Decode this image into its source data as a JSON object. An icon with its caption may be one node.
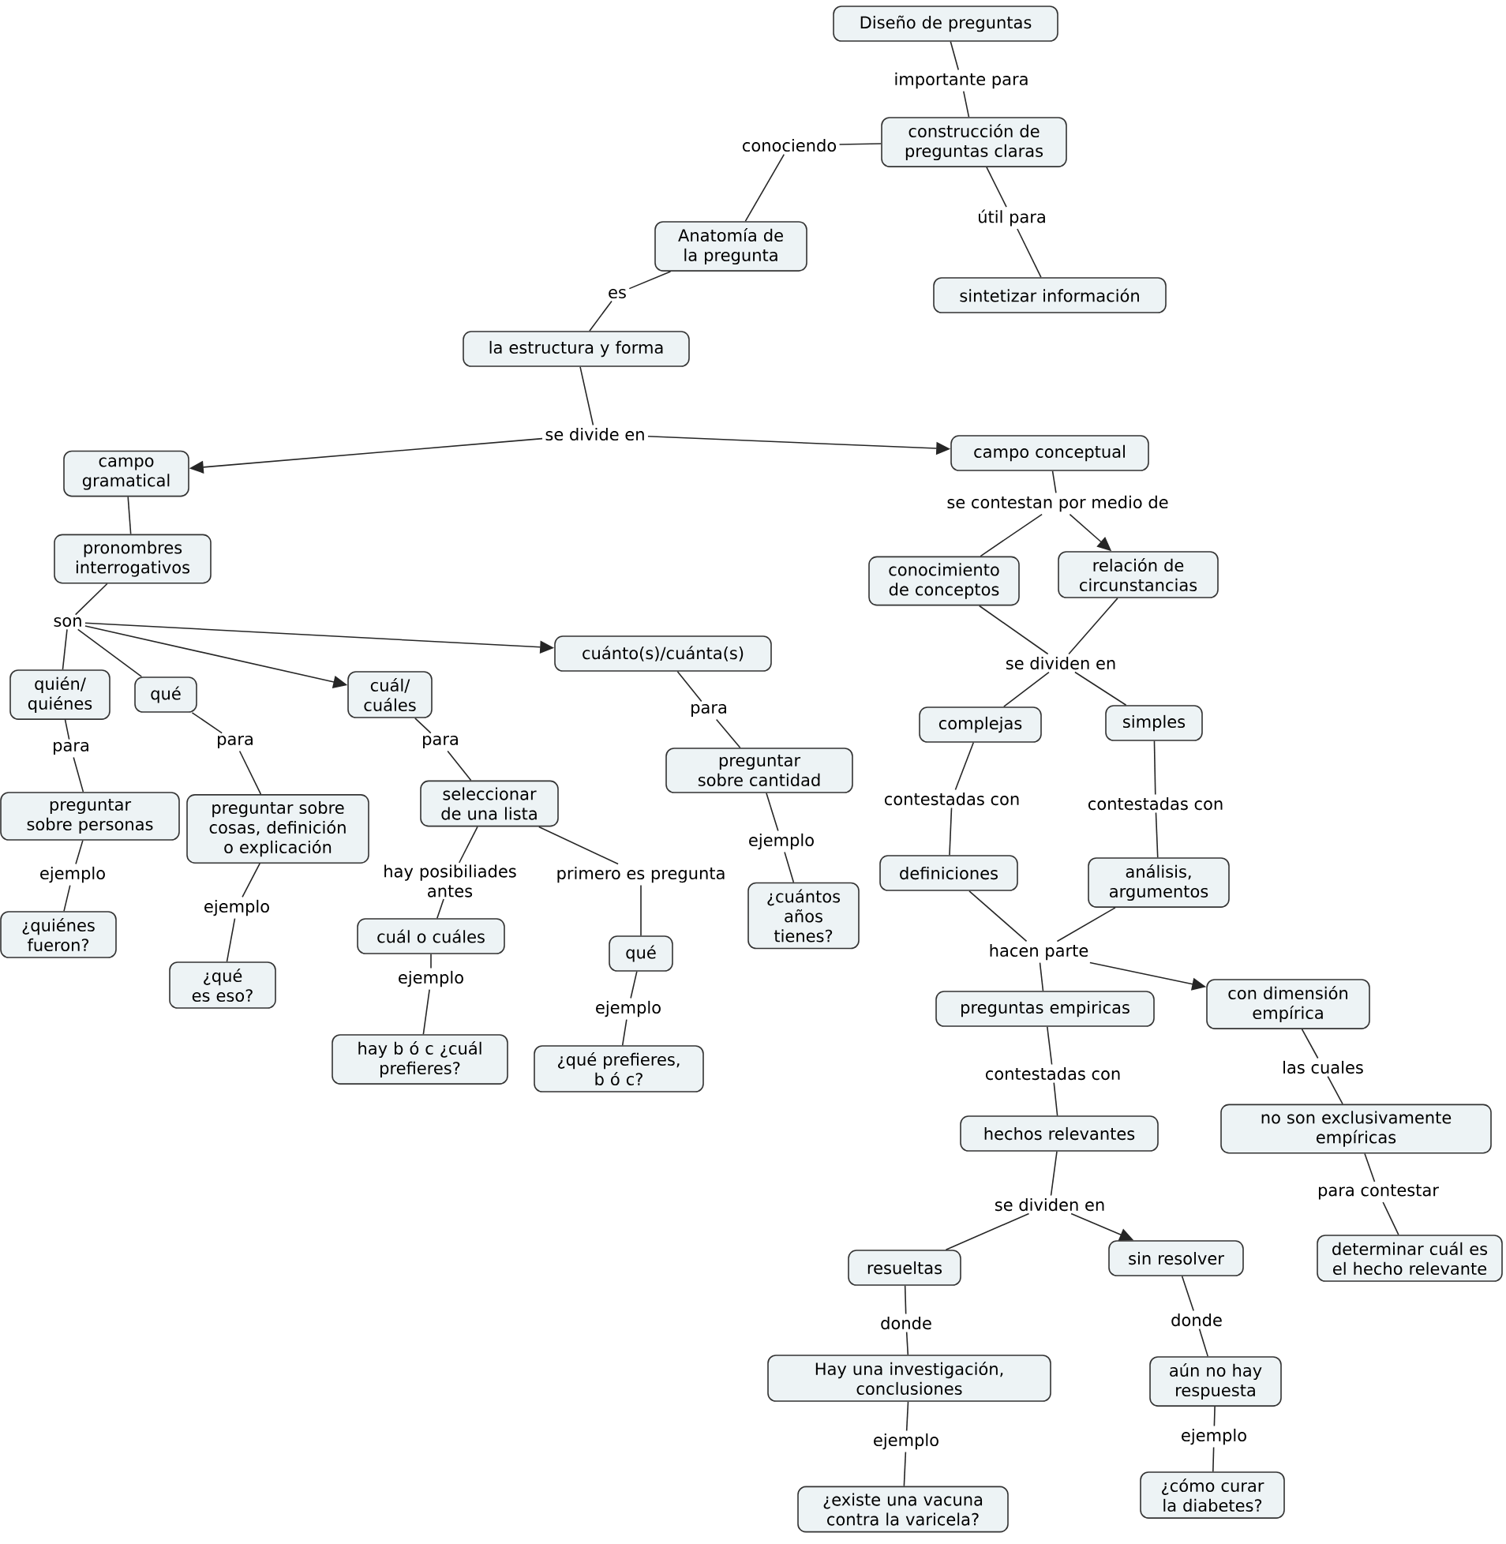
{
  "diagram": {
    "nodes": [
      {
        "text": [
          "Diseño de preguntas"
        ]
      },
      {
        "text": [
          "importante para"
        ]
      },
      {
        "text": [
          "construcción de preguntas claras"
        ]
      },
      {
        "text": [
          "conociendo"
        ]
      },
      {
        "text": [
          "Anatomía de la pregunta"
        ]
      },
      {
        "text": [
          "útil para"
        ]
      },
      {
        "text": [
          "sintetizar información"
        ]
      },
      {
        "text": [
          "es"
        ]
      },
      {
        "text": [
          "la estructura y forma"
        ]
      },
      {
        "text": [
          "se divide en"
        ]
      },
      {
        "text": [
          "campo gramatical"
        ]
      },
      {
        "text": [
          "campo conceptual"
        ]
      },
      {
        "text": [
          "pronombres interrogativos"
        ]
      },
      {
        "text": [
          "son"
        ]
      },
      {
        "text": [
          "quién/ quiénes"
        ]
      },
      {
        "text": [
          "qué"
        ]
      },
      {
        "text": [
          "cuál/ cuáles"
        ]
      },
      {
        "text": [
          "cuánto(s)/cuánta(s)"
        ]
      },
      {
        "text": [
          "se contestan por medio de"
        ]
      },
      {
        "text": [
          "conocimiento de conceptos"
        ]
      },
      {
        "text": [
          "relación de circunstancias"
        ]
      },
      {
        "text": [
          "para"
        ]
      },
      {
        "text": [
          "para"
        ]
      },
      {
        "text": [
          "para"
        ]
      },
      {
        "text": [
          "para"
        ]
      },
      {
        "text": [
          "preguntar sobre personas"
        ]
      },
      {
        "text": [
          "preguntar sobre cosas, definición o explicación"
        ]
      },
      {
        "text": [
          "seleccionar de una lista"
        ]
      },
      {
        "text": [
          "preguntar sobre cantidad"
        ]
      },
      {
        "text": [
          "se dividen en"
        ]
      },
      {
        "text": [
          "complejas"
        ]
      },
      {
        "text": [
          "simples"
        ]
      },
      {
        "text": [
          "ejemplo"
        ]
      },
      {
        "text": [
          "ejemplo"
        ]
      },
      {
        "text": [
          "hay posibiliades antes"
        ]
      },
      {
        "text": [
          "primero es pregunta"
        ]
      },
      {
        "text": [
          "ejemplo"
        ]
      },
      {
        "text": [
          "contestadas con"
        ]
      },
      {
        "text": [
          "contestadas con"
        ]
      },
      {
        "text": [
          "¿quiénes fueron?"
        ]
      },
      {
        "text": [
          "¿qué es eso?"
        ]
      },
      {
        "text": [
          "cuál o cuáles"
        ]
      },
      {
        "text": [
          "qué"
        ]
      },
      {
        "text": [
          "¿cuántos años tienes?"
        ]
      },
      {
        "text": [
          "definiciones"
        ]
      },
      {
        "text": [
          "análisis, argumentos"
        ]
      },
      {
        "text": [
          "ejemplo"
        ]
      },
      {
        "text": [
          "ejemplo"
        ]
      },
      {
        "text": [
          "hay b ó c ¿cuál prefieres?"
        ]
      },
      {
        "text": [
          "¿qué prefieres, b ó c?"
        ]
      },
      {
        "text": [
          "hacen parte"
        ]
      },
      {
        "text": [
          "preguntas empiricas"
        ]
      },
      {
        "text": [
          "con dimensión empírica"
        ]
      },
      {
        "text": [
          "las cuales"
        ]
      },
      {
        "text": [
          "contestadas con"
        ]
      },
      {
        "text": [
          "no son exclusivamente empíricas"
        ]
      },
      {
        "text": [
          "hechos relevantes"
        ]
      },
      {
        "text": [
          "para contestar"
        ]
      },
      {
        "text": [
          "se dividen en"
        ]
      },
      {
        "text": [
          "resueltas"
        ]
      },
      {
        "text": [
          "sin resolver"
        ]
      },
      {
        "text": [
          "determinar cuál es el hecho relevante"
        ]
      },
      {
        "text": [
          "donde"
        ]
      },
      {
        "text": [
          "donde"
        ]
      },
      {
        "text": [
          "Hay una investigación, conclusiones"
        ]
      },
      {
        "text": [
          "aún no hay respuesta"
        ]
      },
      {
        "text": [
          "ejemplo"
        ]
      },
      {
        "text": [
          "ejemplo"
        ]
      },
      {
        "text": [
          "¿existe una vacuna contra la varicela?"
        ]
      },
      {
        "text": [
          "¿cómo curar la diabetes?"
        ]
      }
    ],
    "edges": [
      {
        "from": 0,
        "to": 1,
        "arrow": "none"
      },
      {
        "from": 1,
        "to": 2,
        "arrow": "none"
      },
      {
        "from": 2,
        "to": 3,
        "arrow": "none"
      },
      {
        "from": 3,
        "to": 4,
        "arrow": "none"
      },
      {
        "from": 2,
        "to": 5,
        "arrow": "none"
      },
      {
        "from": 5,
        "to": 6,
        "arrow": "none"
      },
      {
        "from": 4,
        "to": 7,
        "arrow": "none"
      },
      {
        "from": 7,
        "to": 8,
        "arrow": "none"
      },
      {
        "from": 8,
        "to": 9,
        "arrow": "none"
      },
      {
        "from": 9,
        "to": 10,
        "arrow": "to"
      },
      {
        "from": 9,
        "to": 11,
        "arrow": "to"
      },
      {
        "from": 10,
        "to": 12,
        "arrow": "none"
      },
      {
        "from": 12,
        "to": 13,
        "arrow": "none"
      },
      {
        "from": 13,
        "to": 14,
        "arrow": "none"
      },
      {
        "from": 13,
        "to": 15,
        "arrow": "none"
      },
      {
        "from": 13,
        "to": 16,
        "arrow": "to"
      },
      {
        "from": 13,
        "to": 17,
        "arrow": "to"
      },
      {
        "from": 11,
        "to": 18,
        "arrow": "none"
      },
      {
        "from": 18,
        "to": 19,
        "arrow": "none"
      },
      {
        "from": 18,
        "to": 20,
        "arrow": "to"
      },
      {
        "from": 14,
        "to": 21,
        "arrow": "none"
      },
      {
        "from": 21,
        "to": 25,
        "arrow": "none"
      },
      {
        "from": 15,
        "to": 22,
        "arrow": "none"
      },
      {
        "from": 22,
        "to": 26,
        "arrow": "none"
      },
      {
        "from": 16,
        "to": 23,
        "arrow": "none"
      },
      {
        "from": 23,
        "to": 27,
        "arrow": "none"
      },
      {
        "from": 17,
        "to": 24,
        "arrow": "none"
      },
      {
        "from": 24,
        "to": 28,
        "arrow": "none"
      },
      {
        "from": 19,
        "to": 29,
        "arrow": "none"
      },
      {
        "from": 20,
        "to": 29,
        "arrow": "none"
      },
      {
        "from": 29,
        "to": 30,
        "arrow": "none"
      },
      {
        "from": 29,
        "to": 31,
        "arrow": "none"
      },
      {
        "from": 25,
        "to": 32,
        "arrow": "none"
      },
      {
        "from": 32,
        "to": 39,
        "arrow": "none"
      },
      {
        "from": 26,
        "to": 33,
        "arrow": "none"
      },
      {
        "from": 33,
        "to": 40,
        "arrow": "none"
      },
      {
        "from": 27,
        "to": 34,
        "arrow": "none"
      },
      {
        "from": 34,
        "to": 41,
        "arrow": "none"
      },
      {
        "from": 27,
        "to": 35,
        "arrow": "none"
      },
      {
        "from": 35,
        "to": 42,
        "arrow": "none"
      },
      {
        "from": 28,
        "to": 36,
        "arrow": "none"
      },
      {
        "from": 36,
        "to": 43,
        "arrow": "none"
      },
      {
        "from": 30,
        "to": 37,
        "arrow": "none"
      },
      {
        "from": 37,
        "to": 44,
        "arrow": "none"
      },
      {
        "from": 31,
        "to": 38,
        "arrow": "none"
      },
      {
        "from": 38,
        "to": 45,
        "arrow": "none"
      },
      {
        "from": 41,
        "to": 46,
        "arrow": "none"
      },
      {
        "from": 46,
        "to": 48,
        "arrow": "none"
      },
      {
        "from": 42,
        "to": 47,
        "arrow": "none"
      },
      {
        "from": 47,
        "to": 49,
        "arrow": "none"
      },
      {
        "from": 44,
        "to": 50,
        "arrow": "none"
      },
      {
        "from": 45,
        "to": 50,
        "arrow": "none"
      },
      {
        "from": 50,
        "to": 51,
        "arrow": "none"
      },
      {
        "from": 50,
        "to": 52,
        "arrow": "to"
      },
      {
        "from": 52,
        "to": 53,
        "arrow": "none"
      },
      {
        "from": 53,
        "to": 55,
        "arrow": "none"
      },
      {
        "from": 51,
        "to": 54,
        "arrow": "none"
      },
      {
        "from": 54,
        "to": 56,
        "arrow": "none"
      },
      {
        "from": 55,
        "to": 57,
        "arrow": "none"
      },
      {
        "from": 57,
        "to": 61,
        "arrow": "none"
      },
      {
        "from": 56,
        "to": 58,
        "arrow": "none"
      },
      {
        "from": 58,
        "to": 59,
        "arrow": "none"
      },
      {
        "from": 58,
        "to": 60,
        "arrow": "to"
      },
      {
        "from": 59,
        "to": 62,
        "arrow": "none"
      },
      {
        "from": 62,
        "to": 64,
        "arrow": "none"
      },
      {
        "from": 60,
        "to": 63,
        "arrow": "none"
      },
      {
        "from": 63,
        "to": 65,
        "arrow": "none"
      },
      {
        "from": 64,
        "to": 66,
        "arrow": "none"
      },
      {
        "from": 66,
        "to": 68,
        "arrow": "none"
      },
      {
        "from": 65,
        "to": 67,
        "arrow": "none"
      },
      {
        "from": 67,
        "to": 69,
        "arrow": "none"
      }
    ]
  }
}
